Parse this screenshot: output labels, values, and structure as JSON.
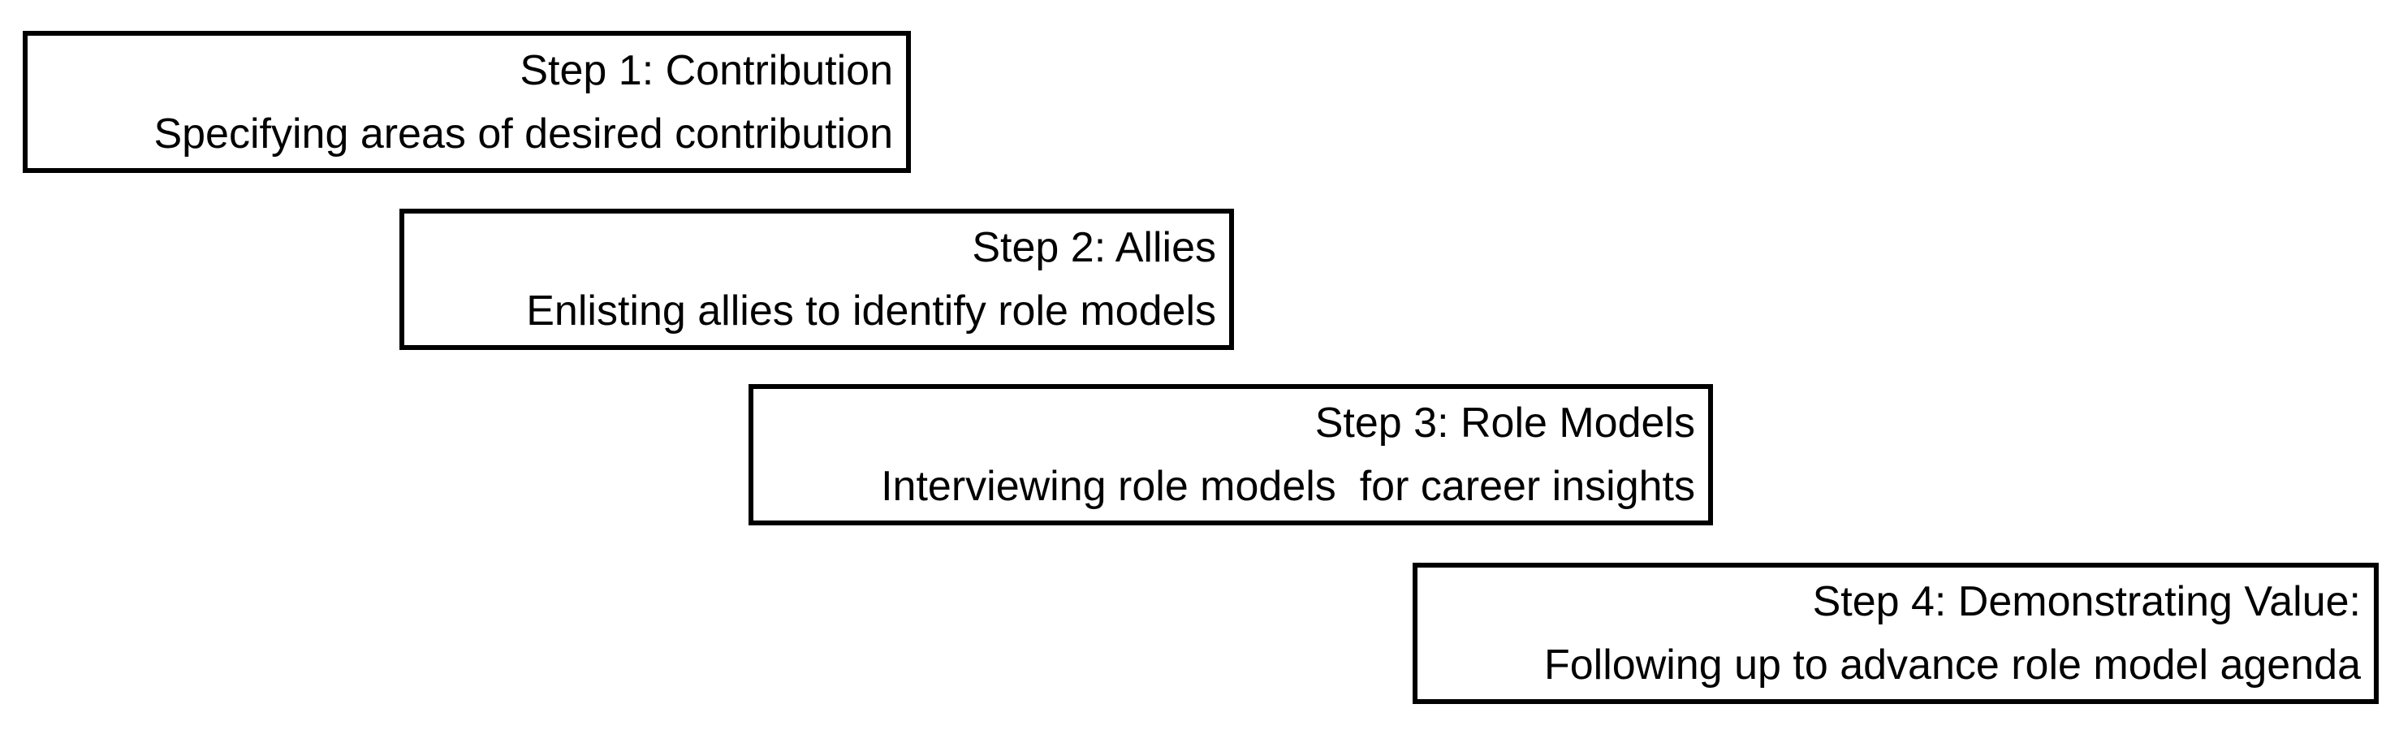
{
  "diagram": {
    "colors": {
      "border": "#000000",
      "background": "#ffffff",
      "text": "#000000"
    },
    "steps": [
      {
        "title": "Step 1: Contribution",
        "subtitle": "Specifying areas of desired contribution"
      },
      {
        "title": "Step 2: Allies",
        "subtitle": "Enlisting allies to identify role models"
      },
      {
        "title": "Step 3: Role Models",
        "subtitle": "Interviewing role models  for career insights"
      },
      {
        "title": "Step 4: Demonstrating Value:",
        "subtitle": "Following up to advance role model agenda"
      }
    ]
  }
}
